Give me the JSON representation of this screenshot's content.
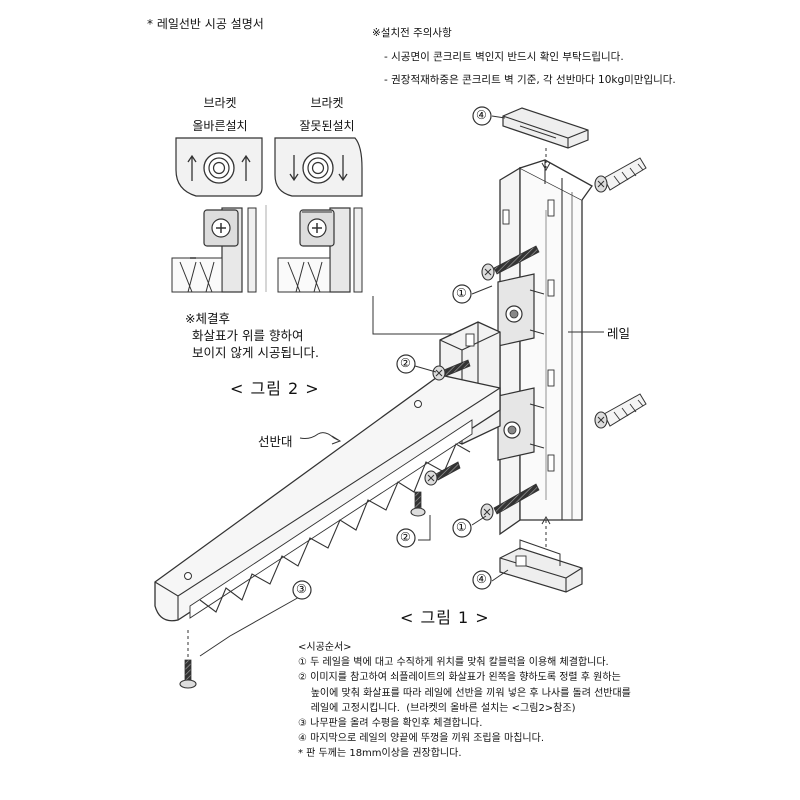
{
  "title": "* 레일선반 시공 설명서",
  "notice": {
    "heading": "※설치전 주의사항",
    "lines": [
      "- 시공면이 콘크리트 벽인지 반드시 확인 부탁드립니다.",
      "- 권장적재하중은 콘크리트 벽 기준, 각 선반마다 10kg미만입니다."
    ]
  },
  "figure2": {
    "correct_label_1": "브라켓",
    "correct_label_2": "올바른설치",
    "wrong_label_1": "브라켓",
    "wrong_label_2": "잘못된설치",
    "note_1": "※체결후",
    "note_2": "화살표가 위를 향하여",
    "note_3": "보이지 않게 시공됩니다.",
    "caption": "< 그림 2 >"
  },
  "figure1": {
    "caption": "< 그림 1 >",
    "rail_label": "레일",
    "shelf_label": "선반대",
    "callouts": [
      "①",
      "②",
      "③",
      "④"
    ]
  },
  "steps": {
    "heading": "<시공순서>",
    "lines": [
      "① 두 레일을 벽에 대고 수직하게 위치를 맞춰 칼블럭을 이용해 체결합니다.",
      "② 이미지를 참고하여 쇠플레이트의 화살표가 왼쪽을 향하도록 정렬 후 원하는",
      "    높이에 맞춰 화살표를 따라 레일에 선반을 끼워 넣은 후 나사를 돌려 선반대를",
      "    레일에 고정시킵니다.  (브라켓의 올바른 설치는 <그림2>참조)",
      "③ 나무판을 올려 수평을 확인후 체결합니다.",
      "④ 마지막으로 레일의 양끝에 뚜껑을 끼워 조립을 마칩니다.",
      "* 판 두께는 18mm이상을 권장합니다."
    ]
  }
}
